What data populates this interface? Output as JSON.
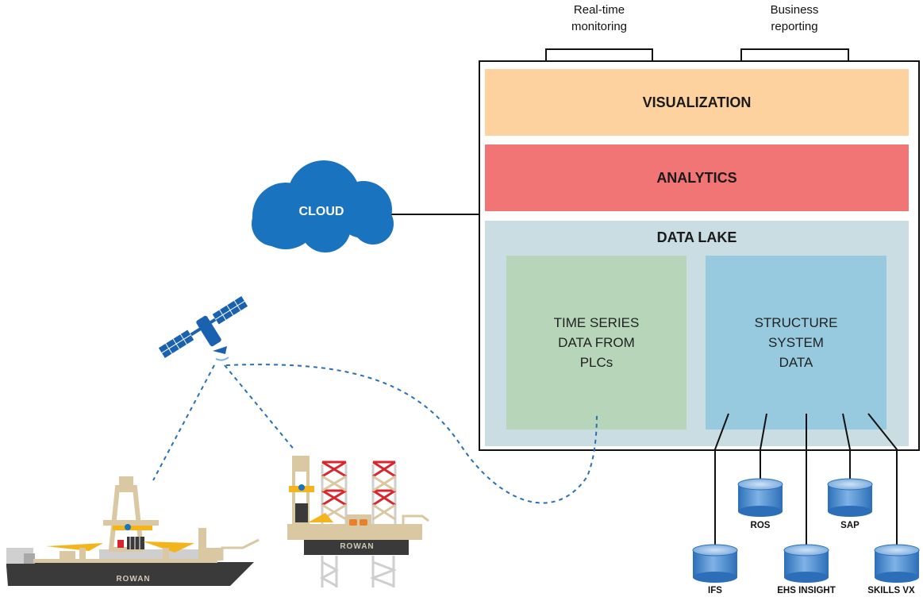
{
  "top_labels": {
    "realtime": [
      "Real-time",
      "monitoring"
    ],
    "business": [
      "Business",
      "reporting"
    ]
  },
  "layers": {
    "visualization": "VISUALIZATION",
    "analytics": "ANALYTICS",
    "data_lake": "DATA LAKE"
  },
  "data_lake": {
    "time_series": [
      "TIME SERIES",
      "DATA FROM",
      "PLCs"
    ],
    "structure": [
      "STRUCTURE",
      "SYSTEM",
      "DATA"
    ]
  },
  "cloud": {
    "label": "CLOUD"
  },
  "databases": {
    "ifs": "IFS",
    "ros": "ROS",
    "ehs": "EHS INSIGHT",
    "sap": "SAP",
    "skills": "SKILLS VX"
  },
  "ships": {
    "drillship": "ROWAN",
    "jackup": "ROWAN"
  },
  "colors": {
    "visualization": "#fdd29f",
    "analytics": "#f07574",
    "data_lake": "#c9dde3",
    "time_series": "#b6d5b9",
    "structure": "#97cadf",
    "cloud": "#1a73bf",
    "satellite": "#1a62b0",
    "link": "#2a6fb5",
    "database": "#4f8ed0",
    "hull": "#3a3a3a",
    "deck": "#d9c8a2",
    "crane": "#f4b41b",
    "leg_red": "#d9262e"
  }
}
